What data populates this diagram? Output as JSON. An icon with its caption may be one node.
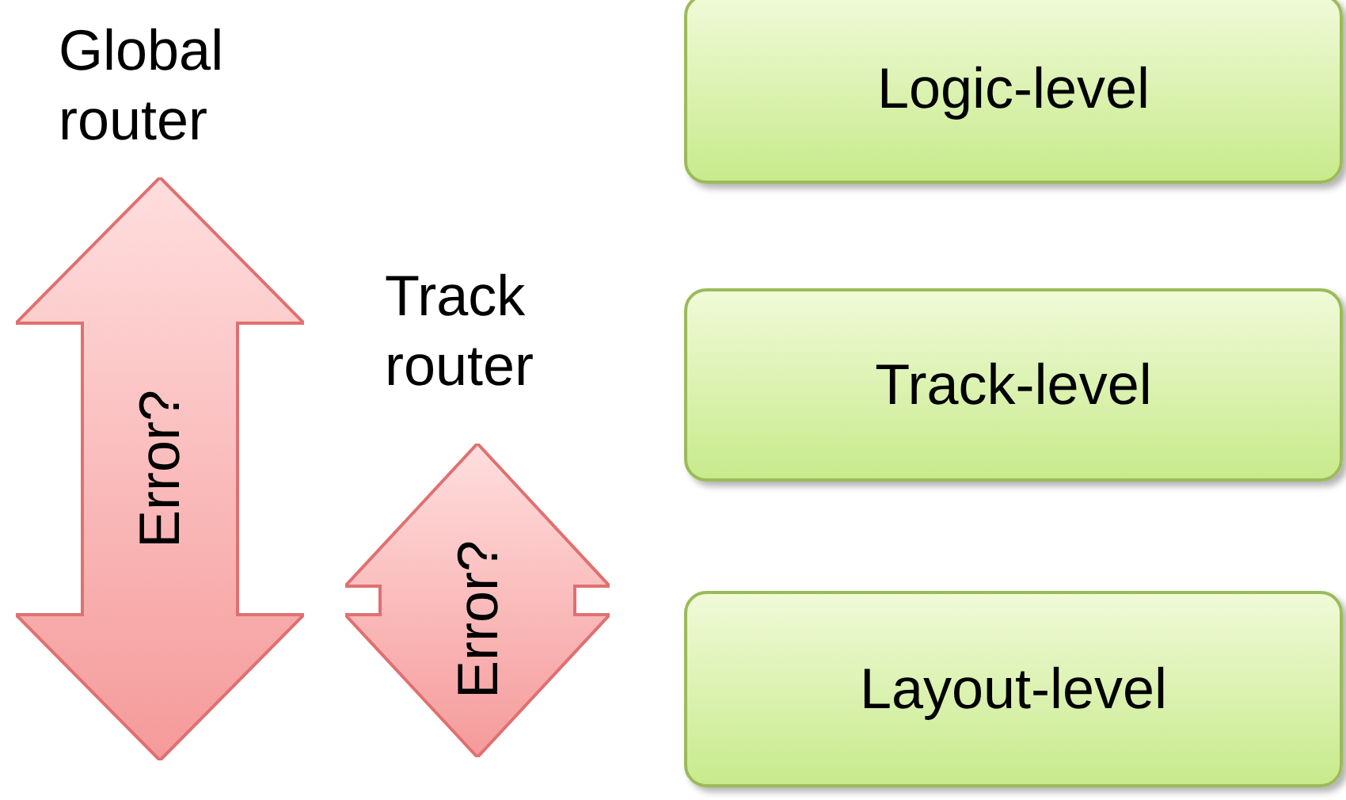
{
  "diagram": {
    "nodes": [
      {
        "text": [
          "Logic-level"
        ]
      },
      {
        "text": [
          "Track-level"
        ]
      },
      {
        "text": [
          "Layout-level"
        ]
      },
      {
        "text": [
          "Error?"
        ]
      },
      {
        "text": [
          "Error?"
        ]
      }
    ],
    "labels": [
      "Global router",
      "Track router"
    ]
  }
}
